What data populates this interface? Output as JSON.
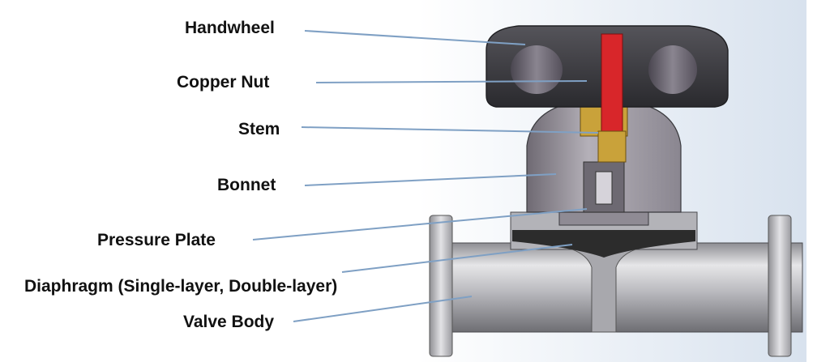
{
  "labels": {
    "handwheel": "Handwheel",
    "copper_nut": "Copper Nut",
    "stem": "Stem",
    "bonnet": "Bonnet",
    "pressure_plate": "Pressure Plate",
    "diaphragm": "Diaphragm (Single-layer, Double-layer)",
    "valve_body": "Valve Body"
  },
  "colors": {
    "leader_line": "#7fa0c4",
    "handwheel": "#3a3a3e",
    "copper_nut": "#c9a23a",
    "stem": "#d8262a",
    "bonnet": "#9e9aa2",
    "diaphragm": "#2c2c2c",
    "valve_body": "#c9c9cd"
  }
}
